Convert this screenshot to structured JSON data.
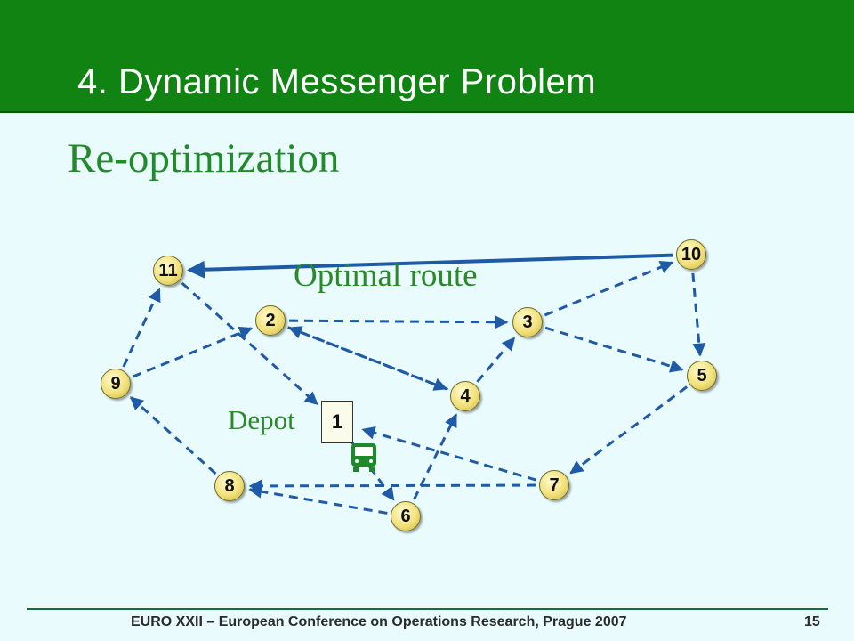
{
  "header": {
    "title": "4. Dynamic Messenger Problem"
  },
  "subtitle": "Re-optimization",
  "diagram": {
    "route_label": "Optimal route",
    "depot_label": "Depot",
    "depot_node": "1",
    "nodes": [
      "2",
      "3",
      "4",
      "5",
      "6",
      "7",
      "8",
      "9",
      "10",
      "11"
    ],
    "edges_dashed": [
      [
        "2",
        "3"
      ],
      [
        "2",
        "4"
      ],
      [
        "4",
        "2"
      ],
      [
        "4",
        "3"
      ],
      [
        "3",
        "10"
      ],
      [
        "3",
        "5"
      ],
      [
        "10",
        "5"
      ],
      [
        "5",
        "7"
      ],
      [
        "7",
        "1"
      ],
      [
        "7",
        "8"
      ],
      [
        "8",
        "9"
      ],
      [
        "9",
        "11"
      ],
      [
        "9",
        "2"
      ],
      [
        "11",
        "1"
      ],
      [
        "1",
        "6"
      ],
      [
        "6",
        "4"
      ],
      [
        "6",
        "8"
      ]
    ],
    "edges_solid": [
      [
        "10",
        "11"
      ]
    ],
    "colors": {
      "edge": "#1f5aa6",
      "node_fill": "#f2e17a",
      "label": "#2a8a2a",
      "bus": "#1c8a2a"
    },
    "icons": {
      "vehicle": "bus-icon"
    }
  },
  "footer": {
    "text": "EURO XXII – European Conference on Operations Research, Prague 2007",
    "page": "15"
  }
}
